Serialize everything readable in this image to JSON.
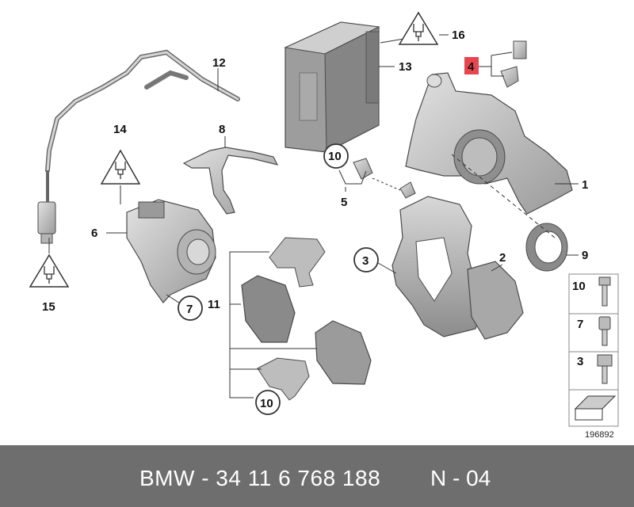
{
  "callouts": {
    "c1": "1",
    "c2": "2",
    "c3": "3",
    "c4": "4",
    "c5": "5",
    "c6": "6",
    "c7": "7",
    "c8": "8",
    "c9": "9",
    "c10a": "10",
    "c10b": "10",
    "c11": "11",
    "c12": "12",
    "c13": "13",
    "c14": "14",
    "c15": "15",
    "c16": "16"
  },
  "legend": {
    "b10": "10",
    "b7": "7",
    "b3": "3"
  },
  "drawing_number": "196892",
  "footer": {
    "part_number": "BMW - 34 11 6 768 188",
    "revision": "N - 04"
  },
  "colors": {
    "highlight": "#e3262f",
    "footer_bg": "#6e6e6e",
    "part_fill": "#c9c9c9",
    "outline": "#4a4a4a"
  }
}
